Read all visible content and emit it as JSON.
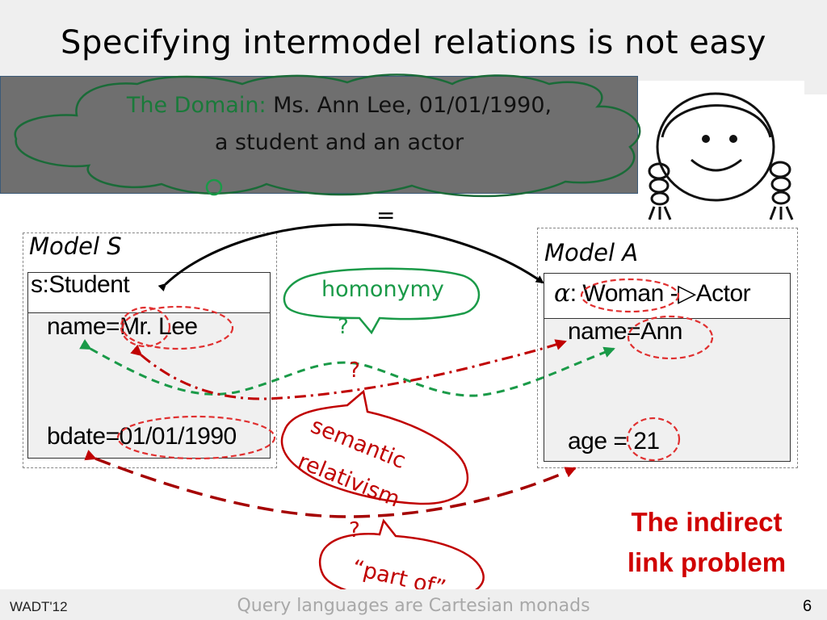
{
  "slide": {
    "title": "Specifying intermodel relations is not easy",
    "domain": {
      "label": "The Domain:",
      "text": "Ms. Ann Lee, 01/01/1990, a student  and an actor",
      "smiley": "☺"
    },
    "equals_sign": "=",
    "model_s": {
      "title": "Model  S",
      "class_header": "s:Student",
      "attr1": "name=Mr. Lee",
      "attr2": "bdate=01/01/1990"
    },
    "model_a": {
      "title": "Model  A",
      "class_header_alpha": "α",
      "class_header_rest": ": Woman -▷Actor",
      "attr1": "name=Ann",
      "attr2": "age = 21"
    },
    "callouts": {
      "homonymy": "homonymy",
      "semantic_line1": "semantic",
      "semantic_line2": "relativism",
      "part_of": "“part of”"
    },
    "question_mark": "?",
    "indirect_line1": "The indirect",
    "indirect_line2": "link problem",
    "footer": {
      "left": "WADT'12",
      "center": "Query languages are Cartesian monads",
      "page": "6"
    },
    "colors": {
      "green": "#1a9a48",
      "red": "#c00000",
      "domain_bg": "#6f6f6f",
      "cloud_stroke": "#1a6b38"
    }
  }
}
